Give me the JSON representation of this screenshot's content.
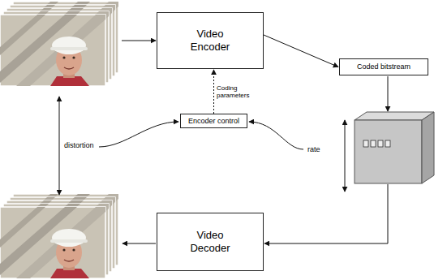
{
  "diagram": {
    "nodes": [
      {
        "text": [
          "Video Encoder"
        ]
      },
      {
        "text": [
          "Coded bitstream"
        ]
      },
      {
        "text": [
          "Encoder control"
        ]
      },
      {
        "text": [
          "Video Decoder"
        ]
      }
    ],
    "edges": [
      {
        "from": 0,
        "to": 1,
        "arrow": "to"
      },
      {
        "from": 2,
        "to": 0,
        "arrow": "to",
        "label": "Coding parameters"
      }
    ],
    "labels": [
      "distortion",
      "rate"
    ]
  }
}
